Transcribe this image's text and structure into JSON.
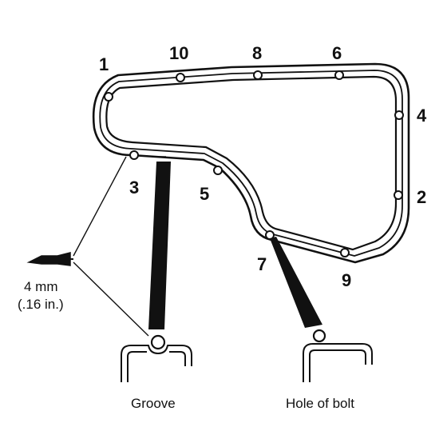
{
  "bolt_labels": [
    "1",
    "10",
    "8",
    "6",
    "4",
    "2",
    "9",
    "7",
    "5",
    "3"
  ],
  "sealant_bead": {
    "width": "4 mm",
    "width_imperial": "(.16 in.)"
  },
  "captions": {
    "groove": "Groove",
    "hole": "Hole of bolt"
  },
  "colors": {
    "ink": "#111111",
    "paper": "#ffffff"
  }
}
